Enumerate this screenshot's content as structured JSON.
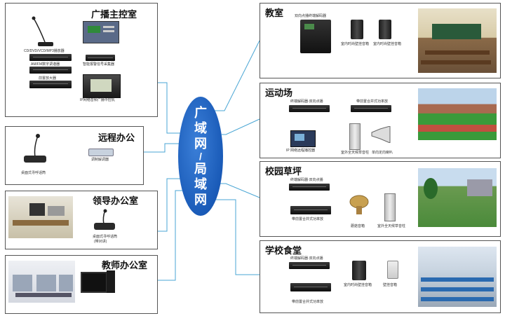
{
  "hub": {
    "chars": [
      "广",
      "域",
      "网",
      "/",
      "局",
      "域",
      "网"
    ]
  },
  "control_room": {
    "title": "广播主控室",
    "players_label": "CD/DVD/VCD/MP3播放器",
    "tuner_label": "AM/FM数字调谐器",
    "preamp_label": "前置放大器",
    "alarm_label": "智能报警信号采集器",
    "controller_label": "IP网络音频广播中控机"
  },
  "remote_office": {
    "title": "远程办公",
    "paging_label": "桌面式寻呼话筒",
    "modem_label": "调制解调器"
  },
  "leader_office": {
    "title": "领导办公室",
    "paging_label": "桌面式寻呼话筒",
    "paging_sub": "(带对讲)"
  },
  "teacher_office": {
    "title": "教师办公室"
  },
  "classroom": {
    "title": "教室",
    "decoder_label": "双向点播终端解码器",
    "speakers_label_1": "室内时尚壁挂音箱",
    "speakers_label_2": "室内时尚壁挂音箱"
  },
  "sports_field": {
    "title": "运动场",
    "decoder_label": "终端解码器·双向点播",
    "amp_label": "带前置合并式功率放",
    "ip_label": "IP 网络远程播控器",
    "column_label": "室外全天候草音柱",
    "horn_label": "单向定向喇叭"
  },
  "lawn": {
    "title": "校园草坪",
    "decoder_label": "终端解码器·双向点播",
    "amp_label": "带前置合并式功率放",
    "mushroom_label": "蘑菇音箱",
    "column_label": "室外全天候草音柱"
  },
  "canteen": {
    "title": "学校食堂",
    "decoder_label": "终端解码器·双向点播",
    "amp_label": "带前置合并式功率放",
    "wall_label": "室内时尚壁挂音箱",
    "ceiling_label": "壁挂音箱"
  }
}
